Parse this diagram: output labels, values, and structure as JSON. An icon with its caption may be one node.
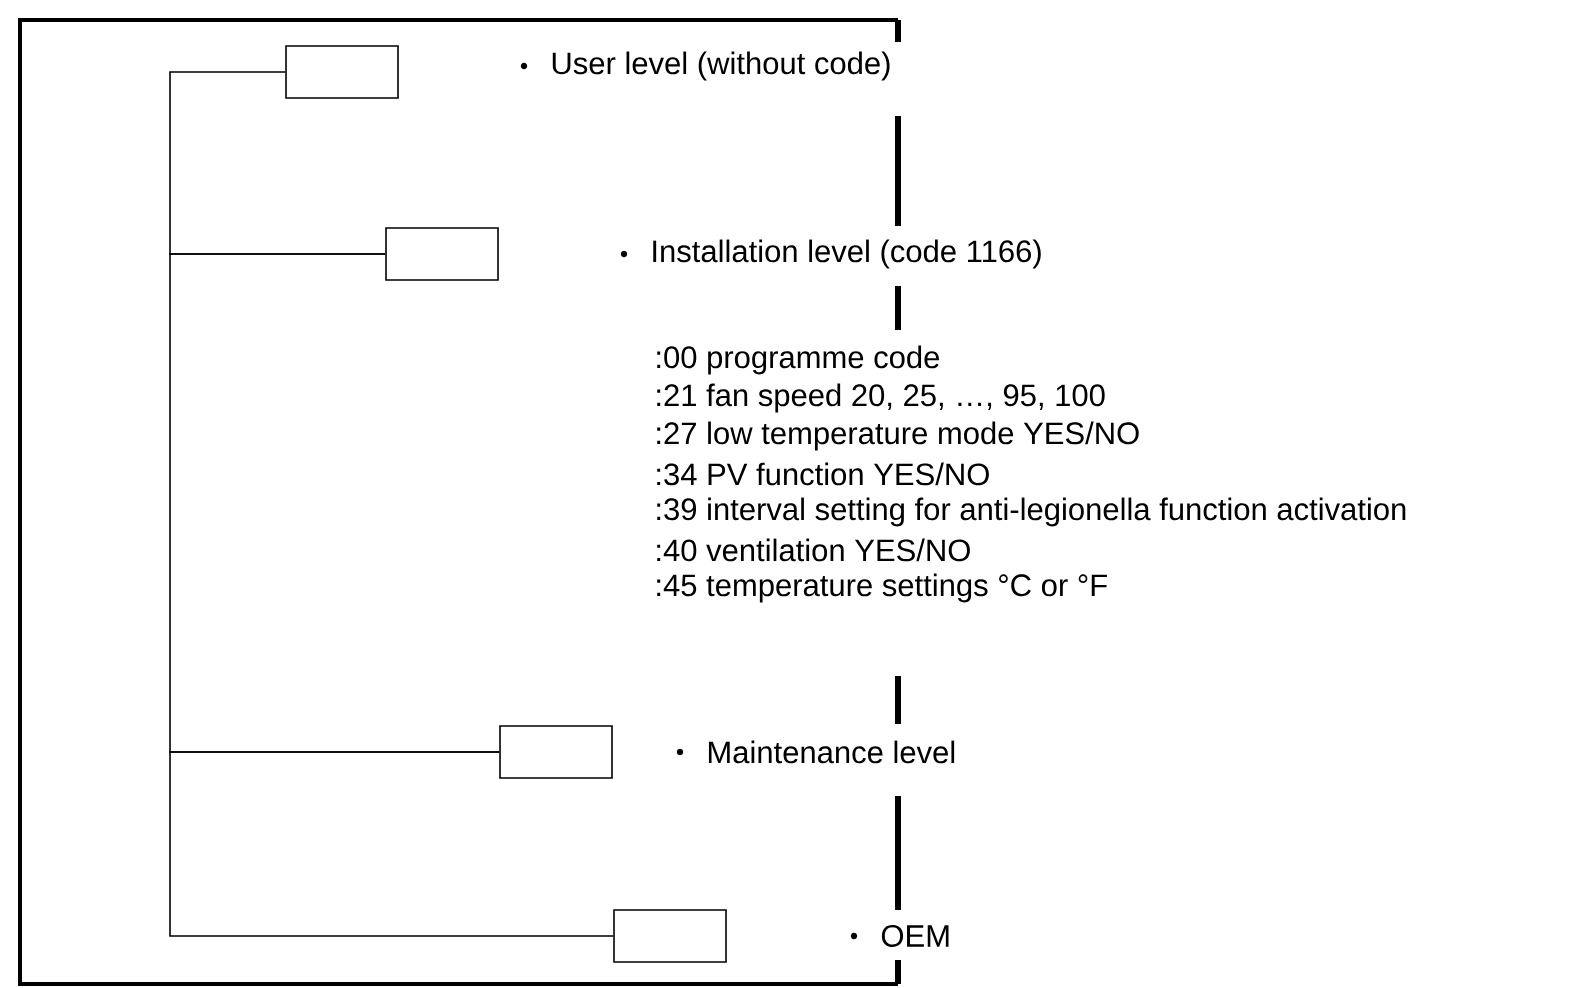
{
  "diagram": {
    "nodes": [
      {
        "text": [],
        "shape": "box"
      },
      {
        "text": [],
        "shape": "box"
      },
      {
        "text": [],
        "shape": "box"
      },
      {
        "text": [],
        "shape": "box"
      }
    ],
    "edges": [
      {
        "from": 0,
        "to": 1,
        "arrow": "none"
      },
      {
        "from": 1,
        "to": 2,
        "arrow": "none"
      },
      {
        "from": 2,
        "to": 3,
        "arrow": "none"
      }
    ],
    "labels": [
      "User level (without code)",
      "Installation level (code 1166)",
      ":00 programme code",
      ":21 fan speed 20, 25, …, 95, 100",
      ":27 low temperature mode YES/NO",
      ":34 PV function YES/NO",
      ":39 interval setting for anti-legionella function activation",
      ":40 ventilation YES/NO",
      ":45 temperature settings °C or °F",
      "Maintenance level",
      "OEM"
    ]
  }
}
